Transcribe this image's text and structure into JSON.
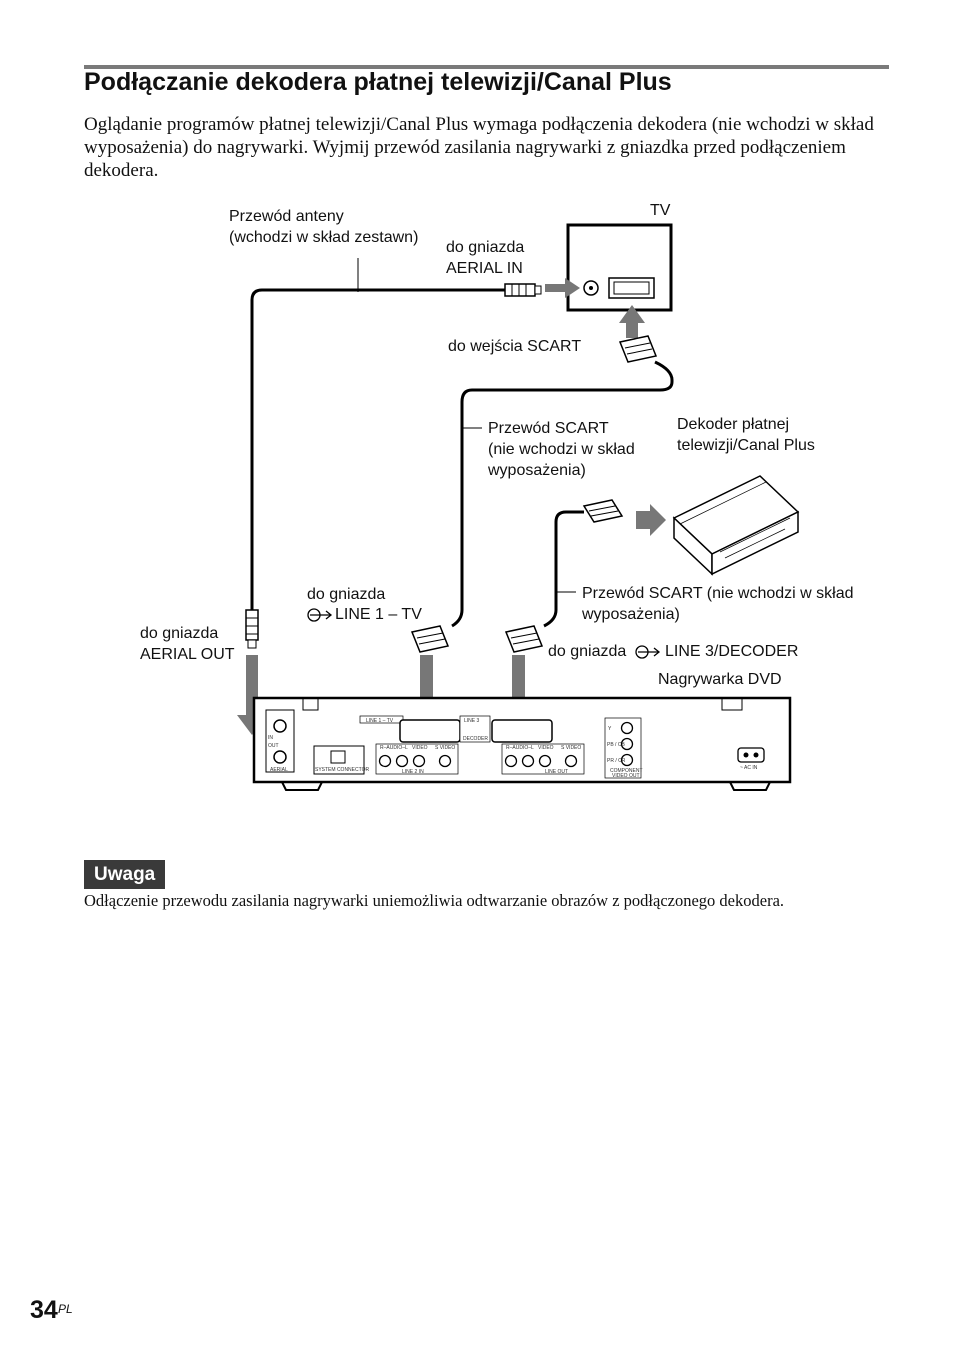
{
  "heading": "Podłączanie dekodera płatnej telewizji/Canal Plus",
  "intro": "Oglądanie programów płatnej telewizji/Canal Plus wymaga podłączenia dekodera (nie wchodzi w skład wyposażenia) do nagrywarki. Wyjmij przewód zasilania nagrywarki z gniazdka przed podłączeniem dekodera.",
  "diagram": {
    "labels": {
      "antenna_cable_1": "Przewód anteny",
      "antenna_cable_2": "(wchodzi w skład zestawn)",
      "tv": "TV",
      "to_aerial_in_1": "do gniazda",
      "to_aerial_in_2": "AERIAL IN",
      "to_scart_input": "do wejścia SCART",
      "scart_cable_a_1": "Przewód SCART",
      "scart_cable_a_2": "(nie wchodzi w skład",
      "scart_cable_a_3": "wyposażenia)",
      "decoder_1": "Dekoder płatnej",
      "decoder_2": "telewizji/Canal Plus",
      "to_line1_1": "do gniazda",
      "to_line1_2": "LINE 1 – TV",
      "scart_cable_b_1": "Przewód SCART (nie wchodzi w skład",
      "scart_cable_b_2": "wyposażenia)",
      "to_aerial_out_1": "do gniazda",
      "to_aerial_out_2": "AERIAL OUT",
      "to_line3": "do gniazda",
      "to_line3_b": "LINE 3/DECODER",
      "dvd_recorder": "Nagrywarka DVD"
    },
    "panel_labels": {
      "line1_tv": "LINE 1 – TV",
      "line3": "LINE 3",
      "decoder": "DECODER",
      "in": "IN",
      "out": "OUT",
      "aerial": "AERIAL",
      "system_connector": "SYSTEM CONNECTOR",
      "line2_in": "LINE 2 IN",
      "line_out": "LINE OUT",
      "r_audio_l": "R–AUDIO–L",
      "video": "VIDEO",
      "s_video": "S VIDEO",
      "y": "Y",
      "pb_cb": "PB / CB",
      "pr_cr": "PR / CR",
      "component_1": "COMPONENT",
      "component_2": "VIDEO OUT",
      "ac_in": "~ AC IN"
    },
    "icon": "scart-arrow-icon"
  },
  "note": {
    "badge": "Uwaga",
    "text": "Odłączenie przewodu zasilania nagrywarki uniemożliwia odtwarzanie obrazów z podłączonego dekodera."
  },
  "page": {
    "number": "34",
    "suffix": "PL"
  }
}
